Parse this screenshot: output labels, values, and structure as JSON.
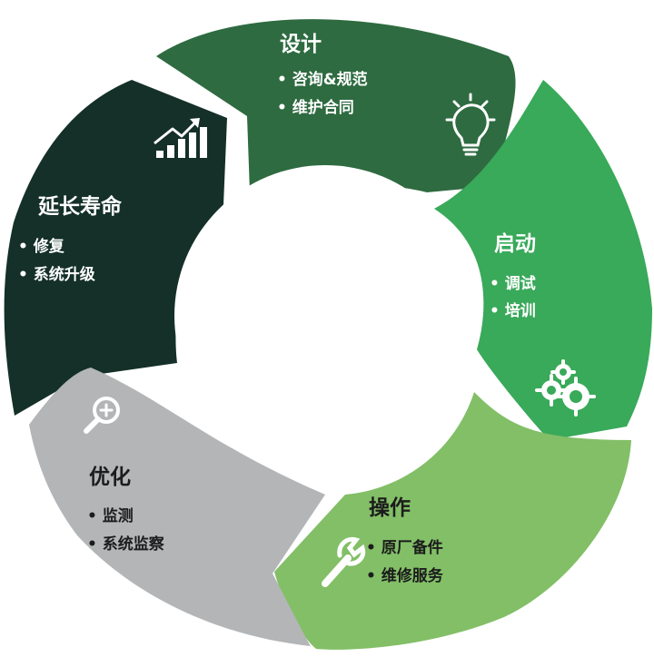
{
  "diagram": {
    "type": "cycle",
    "segments": [
      {
        "key": "design",
        "title": "设计",
        "bullets": [
          "• 咨询&规范",
          "• 维护合同"
        ],
        "icon": "lightbulb-icon",
        "color": "#2e6b40",
        "text_color": "#ffffff"
      },
      {
        "key": "startup",
        "title": "启动",
        "bullets": [
          "• 调试",
          "• 培训"
        ],
        "icon": "gears-icon",
        "color": "#39a95a",
        "text_color": "#ffffff"
      },
      {
        "key": "operation",
        "title": "操作",
        "bullets": [
          "• 原厂备件",
          "• 维修服务"
        ],
        "icon": "wrench-icon",
        "color": "#82bf67",
        "text_color": "#1c1c1c"
      },
      {
        "key": "optimize",
        "title": "优化",
        "bullets": [
          "• 监测",
          "• 系统监察"
        ],
        "icon": "magnifier-plus-icon",
        "color": "#b3b5b7",
        "text_color": "#1c1c1c"
      },
      {
        "key": "extend",
        "title": "延长寿命",
        "bullets": [
          "• 修复",
          "• 系统升级"
        ],
        "icon": "growth-chart-icon",
        "color": "#143028",
        "text_color": "#ffffff"
      }
    ]
  }
}
